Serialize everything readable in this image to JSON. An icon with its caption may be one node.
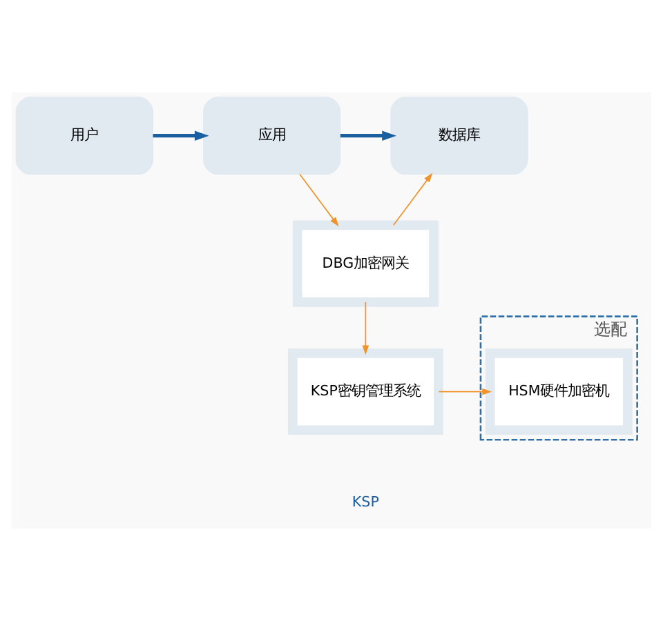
{
  "diagram": {
    "nodes": [
      {
        "text": [
          "用户"
        ]
      },
      {
        "text": [
          "应用"
        ]
      },
      {
        "text": [
          "数据库"
        ]
      },
      {
        "text": [
          "DBG加密网关"
        ]
      },
      {
        "text": [
          "选配"
        ]
      },
      {
        "text": [
          "HSM硬件加密机"
        ],
        "in": 4
      },
      {
        "text": [
          "KSP密钥管理系统"
        ]
      }
    ],
    "edges": [
      {
        "from": 0,
        "to": 1,
        "arrow": "to",
        "style": "thick",
        "color": "#1a5fa0"
      },
      {
        "from": 1,
        "to": 2,
        "arrow": "to",
        "style": "thick",
        "color": "#1a5fa0"
      },
      {
        "from": 1,
        "to": 3,
        "arrow": "to"
      },
      {
        "from": 3,
        "to": 2,
        "arrow": "to"
      },
      {
        "from": 3,
        "to": 6,
        "arrow": "to"
      },
      {
        "from": 6,
        "to": 5,
        "arrow": "to"
      }
    ],
    "labels": [
      "KSP"
    ]
  }
}
